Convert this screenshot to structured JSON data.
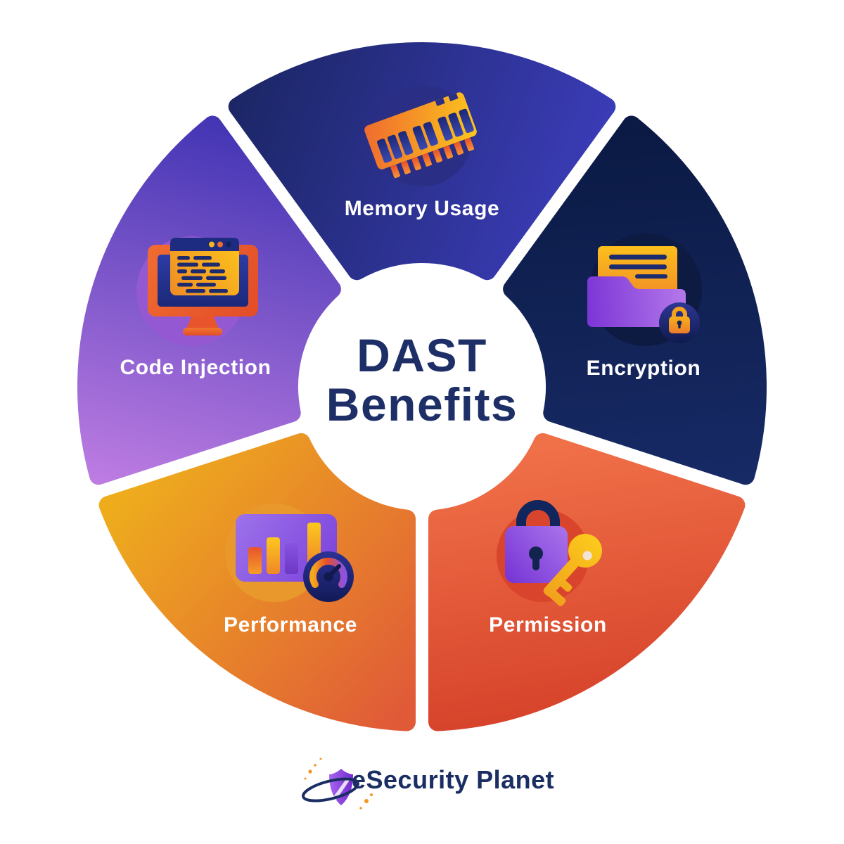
{
  "title": {
    "line1": "DAST",
    "line2": "Benefits",
    "color": "#1d2f66"
  },
  "label_color": "#ffffff",
  "segments": [
    {
      "label": "Memory Usage",
      "icon": "ram-chip-icon",
      "position": "top",
      "gradient_from": "#1b2664",
      "gradient_to": "#3e3ec0"
    },
    {
      "label": "Encryption",
      "icon": "locked-folder-icon",
      "position": "right",
      "gradient_from": "#0b1a44",
      "gradient_to": "#172a66"
    },
    {
      "label": "Permission",
      "icon": "lock-and-key-icon",
      "position": "bottom-right",
      "gradient_from": "#f07048",
      "gradient_to": "#d43f28"
    },
    {
      "label": "Performance",
      "icon": "bar-chart-gauge-icon",
      "position": "bottom-left",
      "gradient_from": "#eeac1d",
      "gradient_to": "#e05a38"
    },
    {
      "label": "Code Injection",
      "icon": "monitor-code-icon",
      "position": "left",
      "gradient_from": "#4335b4",
      "gradient_to": "#bd7ce2"
    }
  ],
  "footer": {
    "brand": "eSecurity Planet",
    "color": "#1b2e63"
  }
}
